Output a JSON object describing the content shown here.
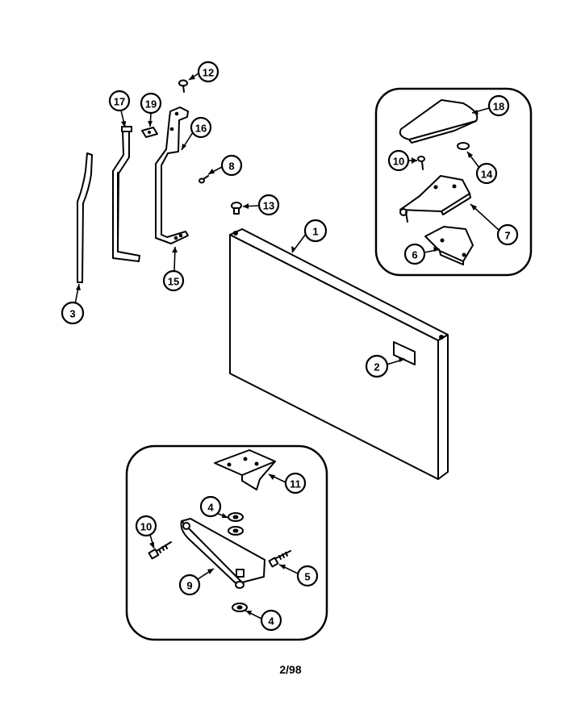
{
  "diagram": {
    "callouts": {
      "c1": "1",
      "c2": "2",
      "c3": "3",
      "c4a": "4",
      "c4b": "4",
      "c5": "5",
      "c6": "6",
      "c7": "7",
      "c8": "8",
      "c9": "9",
      "c10a": "10",
      "c10b": "10",
      "c11": "11",
      "c12": "12",
      "c13": "13",
      "c14": "14",
      "c15": "15",
      "c16": "16",
      "c17": "17",
      "c18": "18",
      "c19": "19"
    }
  },
  "footer": {
    "page_code": "2/98"
  },
  "colors": {
    "line": "#000000",
    "background": "#ffffff"
  }
}
